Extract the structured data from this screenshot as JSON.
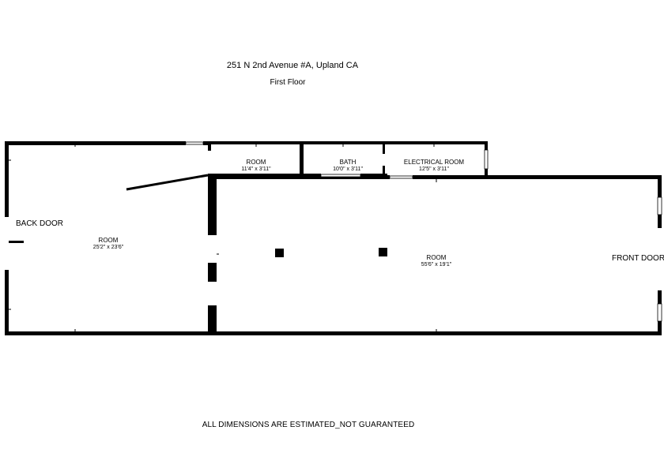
{
  "header": {
    "address": "251 N 2nd Avenue #A, Upland CA",
    "floor": "First Floor"
  },
  "rooms": {
    "back_room": {
      "name": "ROOM",
      "dims": "25'2\" x 23'6\""
    },
    "small_room": {
      "name": "ROOM",
      "dims": "11'4\" x 3'11\""
    },
    "bath": {
      "name": "BATH",
      "dims": "10'0\" x 3'11\""
    },
    "electrical_room": {
      "name": "ELECTRICAL ROOM",
      "dims": "12'5\" x 3'11\""
    },
    "main_room": {
      "name": "ROOM",
      "dims": "55'6\" x 19'1\""
    }
  },
  "doors": {
    "back": "BACK DOOR",
    "front": "FRONT DOOR"
  },
  "footer": {
    "disclaimer": "ALL DIMENSIONS ARE ESTIMATED_NOT GUARANTEED"
  },
  "colors": {
    "wall": "#000000",
    "background": "#ffffff"
  }
}
